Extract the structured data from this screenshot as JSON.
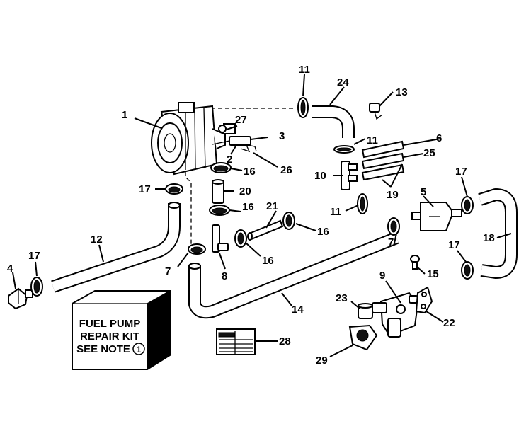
{
  "callouts": [
    "1",
    "2",
    "3",
    "4",
    "5",
    "6",
    "7",
    "7",
    "8",
    "9",
    "10",
    "11",
    "11",
    "11",
    "12",
    "13",
    "14",
    "15",
    "16",
    "16",
    "16",
    "16",
    "17",
    "17",
    "17",
    "17",
    "18",
    "19",
    "20",
    "21",
    "22",
    "23",
    "24",
    "25",
    "26",
    "27",
    "28",
    "29"
  ],
  "kit_box": {
    "line1": "FUEL PUMP",
    "line2": "REPAIR KIT",
    "line3": "SEE NOTE",
    "note_number": "1"
  }
}
